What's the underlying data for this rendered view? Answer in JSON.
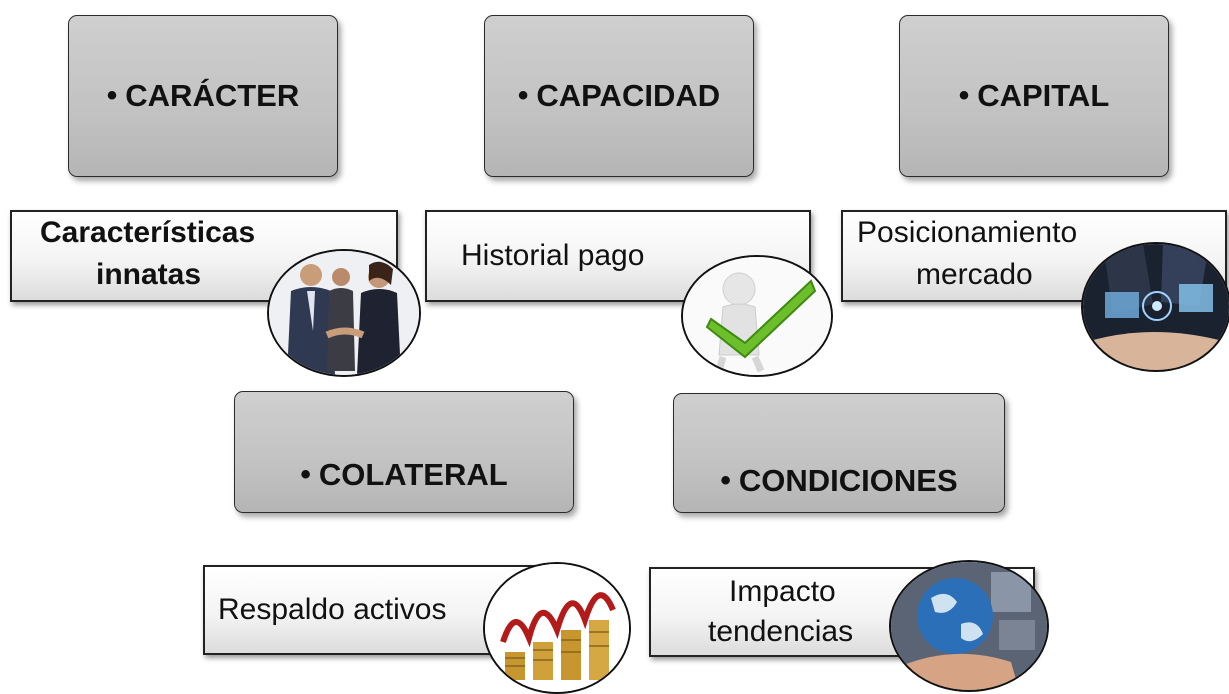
{
  "bullet": "•",
  "pillars": {
    "caracter": {
      "title": "CARÁCTER",
      "label_lines": [
        "Características",
        "innatas"
      ],
      "image": "business-people-handshake"
    },
    "capacidad": {
      "title": "CAPACIDAD",
      "label_lines": [
        "Historial pago"
      ],
      "image": "figure-with-checkmark"
    },
    "capital": {
      "title": "CAPITAL",
      "label_lines": [
        "Posicionamiento",
        "mercado"
      ],
      "image": "hands-with-digital-devices"
    },
    "colateral": {
      "title": "COLATERAL",
      "label_lines": [
        "Respaldo activos"
      ],
      "image": "rising-coin-stacks"
    },
    "condiciones": {
      "title": "CONDICIONES",
      "label_lines": [
        "Impacto",
        "tendencias"
      ],
      "image": "globe-in-hand"
    }
  }
}
